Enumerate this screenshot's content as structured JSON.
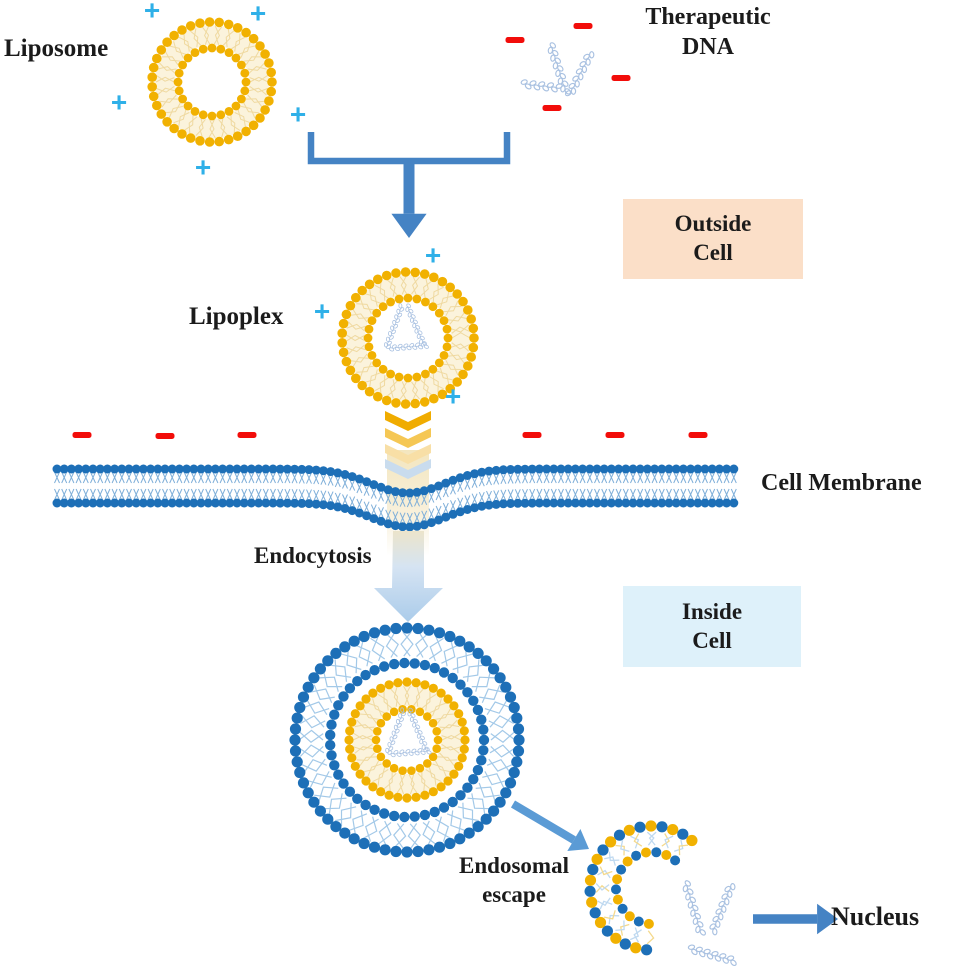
{
  "diagram": {
    "labels": {
      "liposome": "Liposome",
      "therapeutic_dna_line1": "Therapeutic",
      "therapeutic_dna_line2": "DNA",
      "outside_cell_line1": "Outside",
      "outside_cell_line2": "Cell",
      "lipoplex": "Lipoplex",
      "cell_membrane": "Cell Membrane",
      "endocytosis": "Endocytosis",
      "inside_cell_line1": "Inside",
      "inside_cell_line2": "Cell",
      "endosomal_escape_line1": "Endosomal",
      "endosomal_escape_line2": "escape",
      "nucleus": "Nucleus"
    },
    "symbols": {
      "positive_charge": "+",
      "negative_charge": "−"
    },
    "colors": {
      "lipid_gold": "#F1B101",
      "lipid_cream": "#FBF3DC",
      "lipid_cream_line": "#EFD9A0",
      "membrane_blue": "#1D6FB7",
      "membrane_tail_blue": "#7FAFD9",
      "endosome_tail_blue": "#A3C9E8",
      "positive_cyan": "#2FB0E8",
      "negative_red": "#F20D0A",
      "arrow_blue": "#4583C4",
      "dna_strand_blue": "#A9C1E1",
      "ruptured_tail_gold": "#F4D98C",
      "ruptured_tail_blue": "#BFD9F0",
      "outside_cell_bg": "#FBDFC8",
      "inside_cell_bg": "#DEF1FA",
      "label_text": "#1B1B1B",
      "chevron_gradient": [
        "#F0AC00",
        "#F5C754",
        "#F8DFA6",
        "#C9DCEE"
      ]
    }
  }
}
